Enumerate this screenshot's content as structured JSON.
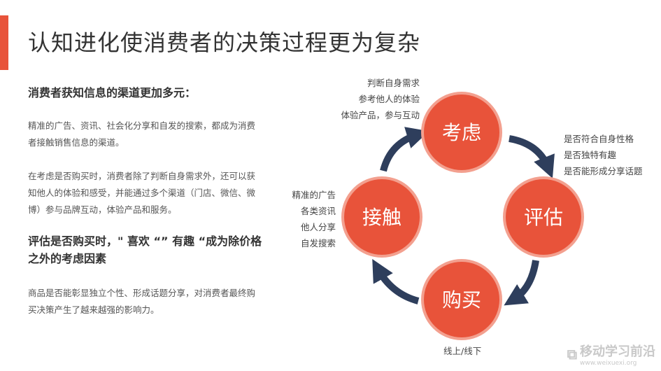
{
  "title": "认知进化使消费者的决策过程更为复杂",
  "left": {
    "heading1": "消费者获知信息的渠道更加多元：",
    "para1": "精准的广告、资讯、社会化分享和自发的搜索，都成为消费者接触销售信息的渠道。",
    "para2": "在考虑是否购买时，消费者除了判断自身需求外，还可以获知他人的体验和感受，并能通过多个渠道（门店、微信、微博）参与品牌互动，体验产品和服务。",
    "heading2": "评估是否购买时，\" 喜欢 “” 有趣 “成为除价格之外的考虑因素",
    "para3": "商品是否能彰显独立个性、形成话题分享，对消费者最终购买决策产生了越来越强的影响力。"
  },
  "cycle": {
    "nodes": [
      "考虑",
      "评估",
      "购买",
      "接触"
    ],
    "colors": {
      "node": "#e8533a",
      "node_ring": "#f3a08f",
      "arrow": "#2e3e5c",
      "accent": "#e8533a"
    }
  },
  "notes": {
    "consider": [
      "判断自身需求",
      "参考他人的体验",
      "体验产品，参与互动"
    ],
    "evaluate": [
      "是否符合自身性格",
      "是否独特有趣",
      "是否能形成分享话题"
    ],
    "touch": [
      "精准的广告",
      "各类资讯",
      "他人分享",
      "自发搜索"
    ],
    "buy": "线上/线下"
  },
  "watermark": {
    "name": "移动学习前沿",
    "url": "www.weixuexi.org"
  }
}
